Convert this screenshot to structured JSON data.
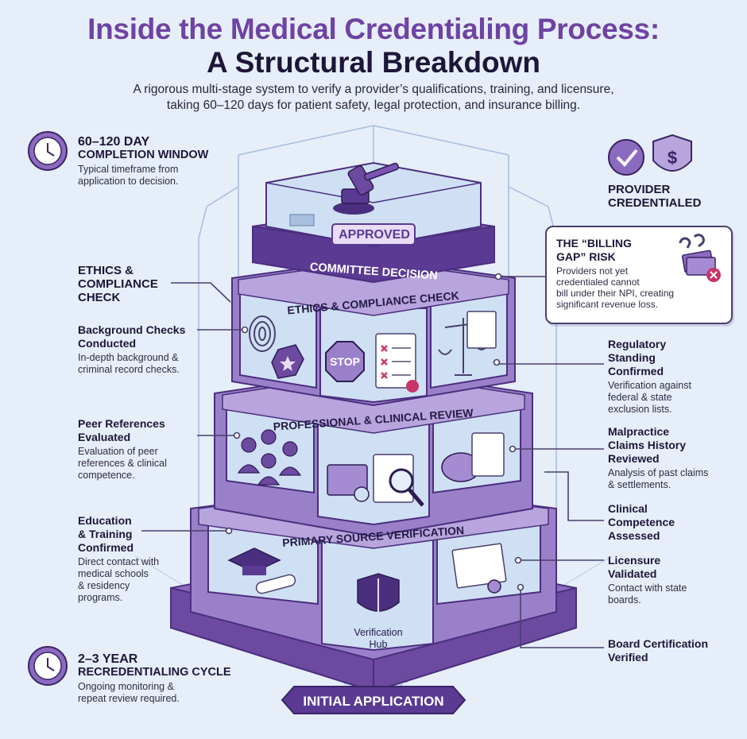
{
  "header": {
    "title_line1": "Inside the Medical Credentialing Process:",
    "title_line2": "A Structural Breakdown",
    "subtitle_line1": "A rigorous multi-stage system to verify a provider’s qualifications, training, and licensure,",
    "subtitle_line2": "taking 60–120 days for patient safety, legal protection, and insurance billing."
  },
  "timeframes": {
    "window": {
      "title1": "60–120 DAY",
      "title2": "COMPLETION WINDOW",
      "desc1": "Typical timeframe from",
      "desc2": "application to decision."
    },
    "cycle": {
      "title1": "2–3 YEAR",
      "title2": "RECREDENTIALING CYCLE",
      "desc1": "Ongoing monitoring &",
      "desc2": "repeat review required."
    }
  },
  "outcome": {
    "line1": "PROVIDER",
    "line2": "CREDENTIALED"
  },
  "billing_gap": {
    "title1": "THE “BILLING",
    "title2": "GAP” RISK",
    "desc1": "Providers not yet",
    "desc2": "credentialed cannot",
    "desc3": "bill under their NPI, creating",
    "desc4": "significant revenue loss."
  },
  "tower": {
    "top_badge": "APPROVED",
    "committee": "COMMITTEE DECISION",
    "tier3": "ETHICS & COMPLIANCE CHECK",
    "tier2": "PROFESSIONAL & CLINICAL REVIEW",
    "tier1": "PRIMARY SOURCE VERIFICATION",
    "hub1": "Verification",
    "hub2": "Hub",
    "stop": "STOP",
    "base": "INITIAL APPLICATION"
  },
  "left_callouts": {
    "ethics": {
      "l1": "ETHICS &",
      "l2": "COMPLIANCE",
      "l3": "CHECK"
    },
    "background": {
      "t1": "Background Checks",
      "t2": "Conducted",
      "d1": "In-depth background &",
      "d2": "criminal record checks."
    },
    "peer": {
      "t1": "Peer References",
      "t2": "Evaluated",
      "d1": "Evaluation of peer",
      "d2": "references & clinical",
      "d3": "competence."
    },
    "education": {
      "t1": "Education",
      "t2": "& Training",
      "t3": "Confirmed",
      "d1": "Direct contact with",
      "d2": "medical schools",
      "d3": "& residency",
      "d4": "programs."
    }
  },
  "right_callouts": {
    "regulatory": {
      "t1": "Regulatory",
      "t2": "Standing",
      "t3": "Confirmed",
      "d1": "Verification against",
      "d2": "federal & state",
      "d3": "exclusion lists."
    },
    "malpractice": {
      "t1": "Malpractice",
      "t2": "Claims History",
      "t3": "Reviewed",
      "d1": "Analysis of past claims",
      "d2": "& settlements."
    },
    "clinical": {
      "t1": "Clinical",
      "t2": "Competence",
      "t3": "Assessed"
    },
    "licensure": {
      "t1": "Licensure",
      "t2": "Validated",
      "d1": "Contact with state",
      "d2": "boards."
    },
    "board": {
      "t1": "Board Certification",
      "t2": "Verified"
    }
  },
  "colors": {
    "purple_dark": "#4b2f7f",
    "purple": "#7a55b3",
    "purple_light": "#a58bd2",
    "glass": "#cfe0f4",
    "bg": "#e6eef9"
  }
}
